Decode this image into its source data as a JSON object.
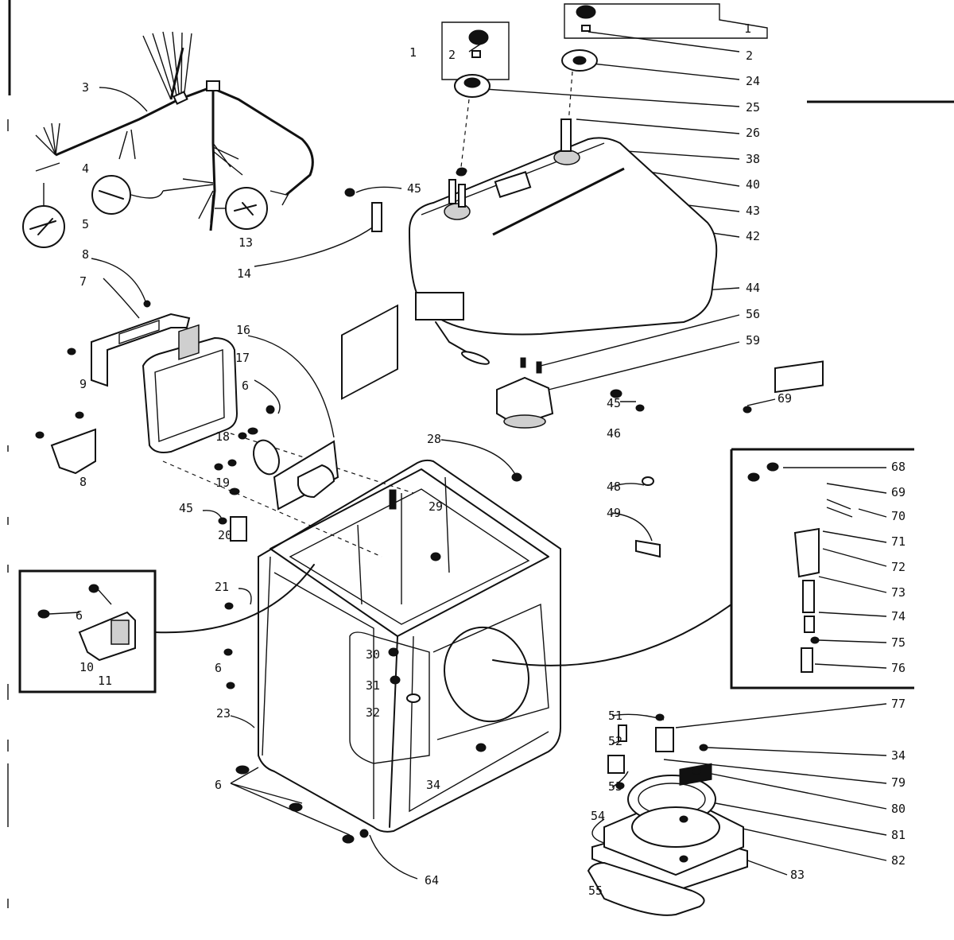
{
  "callouts": [
    {
      "id": "c1a",
      "text": "1"
    },
    {
      "id": "c1b",
      "text": "1"
    },
    {
      "id": "c2a",
      "text": "2"
    },
    {
      "id": "c2b",
      "text": "2"
    },
    {
      "id": "c3",
      "text": "3"
    },
    {
      "id": "c4",
      "text": "4"
    },
    {
      "id": "c5",
      "text": "5"
    },
    {
      "id": "c6a",
      "text": "6"
    },
    {
      "id": "c6b",
      "text": "6"
    },
    {
      "id": "c6c",
      "text": "6"
    },
    {
      "id": "c6d",
      "text": "6"
    },
    {
      "id": "c7",
      "text": "7"
    },
    {
      "id": "c8a",
      "text": "8"
    },
    {
      "id": "c8b",
      "text": "8"
    },
    {
      "id": "c9",
      "text": "9"
    },
    {
      "id": "c10",
      "text": "10"
    },
    {
      "id": "c11",
      "text": "11"
    },
    {
      "id": "c13",
      "text": "13"
    },
    {
      "id": "c14",
      "text": "14"
    },
    {
      "id": "c16",
      "text": "16"
    },
    {
      "id": "c17",
      "text": "17"
    },
    {
      "id": "c18",
      "text": "18"
    },
    {
      "id": "c19",
      "text": "19"
    },
    {
      "id": "c20",
      "text": "20"
    },
    {
      "id": "c21",
      "text": "21"
    },
    {
      "id": "c23",
      "text": "23"
    },
    {
      "id": "c24",
      "text": "24"
    },
    {
      "id": "c25",
      "text": "25"
    },
    {
      "id": "c26",
      "text": "26"
    },
    {
      "id": "c28",
      "text": "28"
    },
    {
      "id": "c29",
      "text": "29"
    },
    {
      "id": "c30",
      "text": "30"
    },
    {
      "id": "c31",
      "text": "31"
    },
    {
      "id": "c32",
      "text": "32"
    },
    {
      "id": "c34a",
      "text": "34"
    },
    {
      "id": "c34b",
      "text": "34"
    },
    {
      "id": "c38",
      "text": "38"
    },
    {
      "id": "c40",
      "text": "40"
    },
    {
      "id": "c42",
      "text": "42"
    },
    {
      "id": "c43",
      "text": "43"
    },
    {
      "id": "c44",
      "text": "44"
    },
    {
      "id": "c45a",
      "text": "45"
    },
    {
      "id": "c45b",
      "text": "45"
    },
    {
      "id": "c45c",
      "text": "45"
    },
    {
      "id": "c46",
      "text": "46"
    },
    {
      "id": "c48",
      "text": "48"
    },
    {
      "id": "c49",
      "text": "49"
    },
    {
      "id": "c51",
      "text": "51"
    },
    {
      "id": "c52",
      "text": "52"
    },
    {
      "id": "c53",
      "text": "53"
    },
    {
      "id": "c54",
      "text": "54"
    },
    {
      "id": "c55",
      "text": "55"
    },
    {
      "id": "c56",
      "text": "56"
    },
    {
      "id": "c59",
      "text": "59"
    },
    {
      "id": "c64",
      "text": "64"
    },
    {
      "id": "c68",
      "text": "68"
    },
    {
      "id": "c69",
      "text": "69"
    },
    {
      "id": "c69b",
      "text": "69"
    },
    {
      "id": "c70",
      "text": "70"
    },
    {
      "id": "c71",
      "text": "71"
    },
    {
      "id": "c72",
      "text": "72"
    },
    {
      "id": "c73",
      "text": "73"
    },
    {
      "id": "c74",
      "text": "74"
    },
    {
      "id": "c75",
      "text": "75"
    },
    {
      "id": "c76",
      "text": "76"
    },
    {
      "id": "c77",
      "text": "77"
    },
    {
      "id": "c79",
      "text": "79"
    },
    {
      "id": "c80",
      "text": "80"
    },
    {
      "id": "c81",
      "text": "81"
    },
    {
      "id": "c82",
      "text": "82"
    },
    {
      "id": "c83",
      "text": "83"
    }
  ]
}
